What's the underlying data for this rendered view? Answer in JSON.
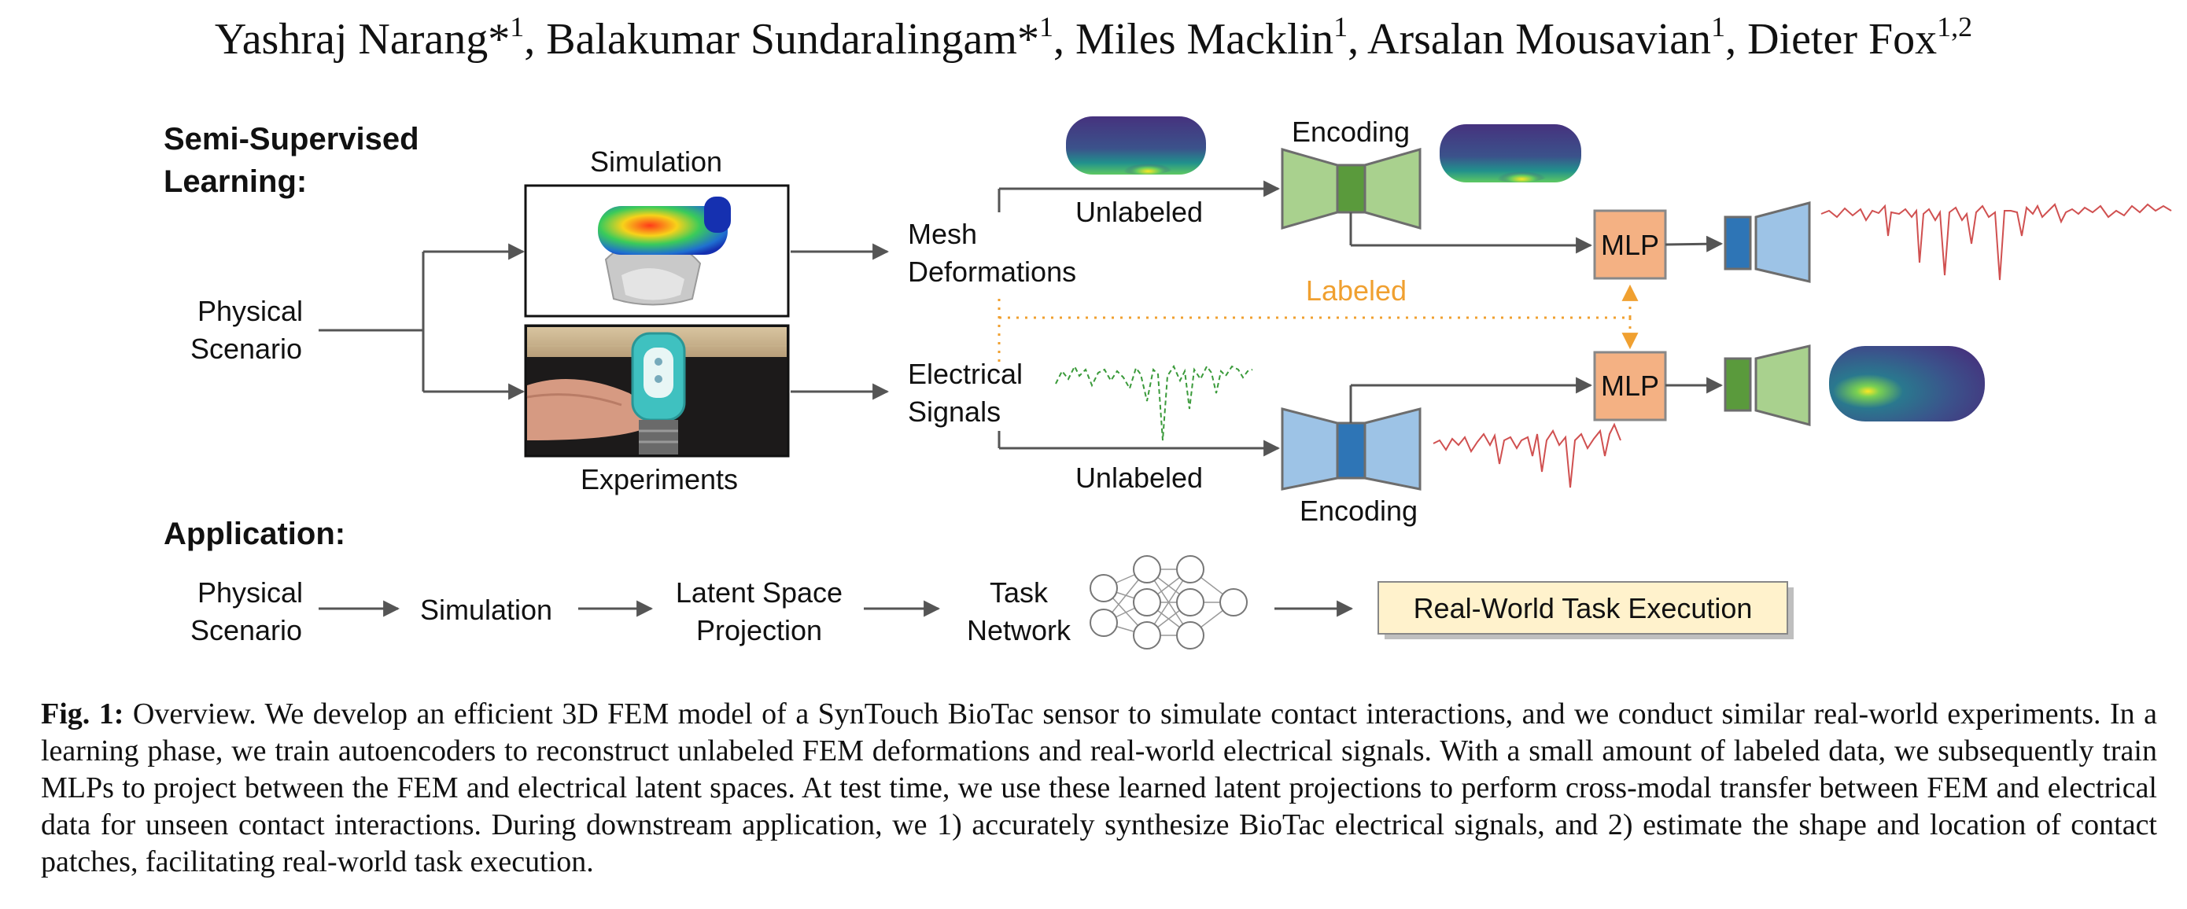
{
  "authors": [
    {
      "name": "Yashraj Narang*",
      "aff": "1",
      "sep": ", "
    },
    {
      "name": "Balakumar Sundaralingam*",
      "aff": "1",
      "sep": ", "
    },
    {
      "name": "Miles Macklin",
      "aff": "1",
      "sep": ", "
    },
    {
      "name": "Arsalan Mousavian",
      "aff": "1",
      "sep": ", "
    },
    {
      "name": "Dieter Fox",
      "aff": "1,2",
      "sep": ""
    }
  ],
  "figure": {
    "semi_title_1": "Semi-Supervised",
    "semi_title_2": "Learning:",
    "physical_1": "Physical",
    "physical_2": "Scenario",
    "simulation_label": "Simulation",
    "experiments_label": "Experiments",
    "mesh_1": "Mesh",
    "mesh_2": "Deformations",
    "elec_1": "Electrical",
    "elec_2": "Signals",
    "unlabeled_top": "Unlabeled",
    "unlabeled_bottom": "Unlabeled",
    "encoding_top": "Encoding",
    "encoding_bottom": "Encoding",
    "labeled": "Labeled",
    "mlp_top": "MLP",
    "mlp_bottom": "MLP",
    "application_title": "Application:",
    "app_physical_1": "Physical",
    "app_physical_2": "Scenario",
    "app_simulation": "Simulation",
    "app_latent_1": "Latent Space",
    "app_latent_2": "Projection",
    "app_task_1": "Task",
    "app_task_2": "Network",
    "app_real_world": "Real-World Task Execution"
  },
  "colors": {
    "green_block": "#a9d18e",
    "green_dark": "#5a9a3c",
    "blue_block": "#9dc3e6",
    "blue_dark": "#2e75b6",
    "mlp_fill": "#f4b183",
    "labeled_orange": "#f0a030",
    "real_world_fill": "#fff2cc",
    "signal_red": "#d05050",
    "signal_green": "#3a9a3a"
  },
  "caption": {
    "label": "Fig. 1:",
    "text": "Overview. We develop an efficient 3D FEM model of a SynTouch BioTac sensor to simulate contact interactions, and we conduct similar real-world experiments. In a learning phase, we train autoencoders to reconstruct unlabeled FEM deformations and real-world electrical signals. With a small amount of labeled data, we subsequently train MLPs to project between the FEM and electrical latent spaces. At test time, we use these learned latent projections to perform cross-modal transfer between FEM and electrical data for unseen contact interactions. During downstream application, we 1) accurately synthesize BioTac electrical signals, and 2) estimate the shape and location of contact patches, facilitating real-world task execution."
  }
}
